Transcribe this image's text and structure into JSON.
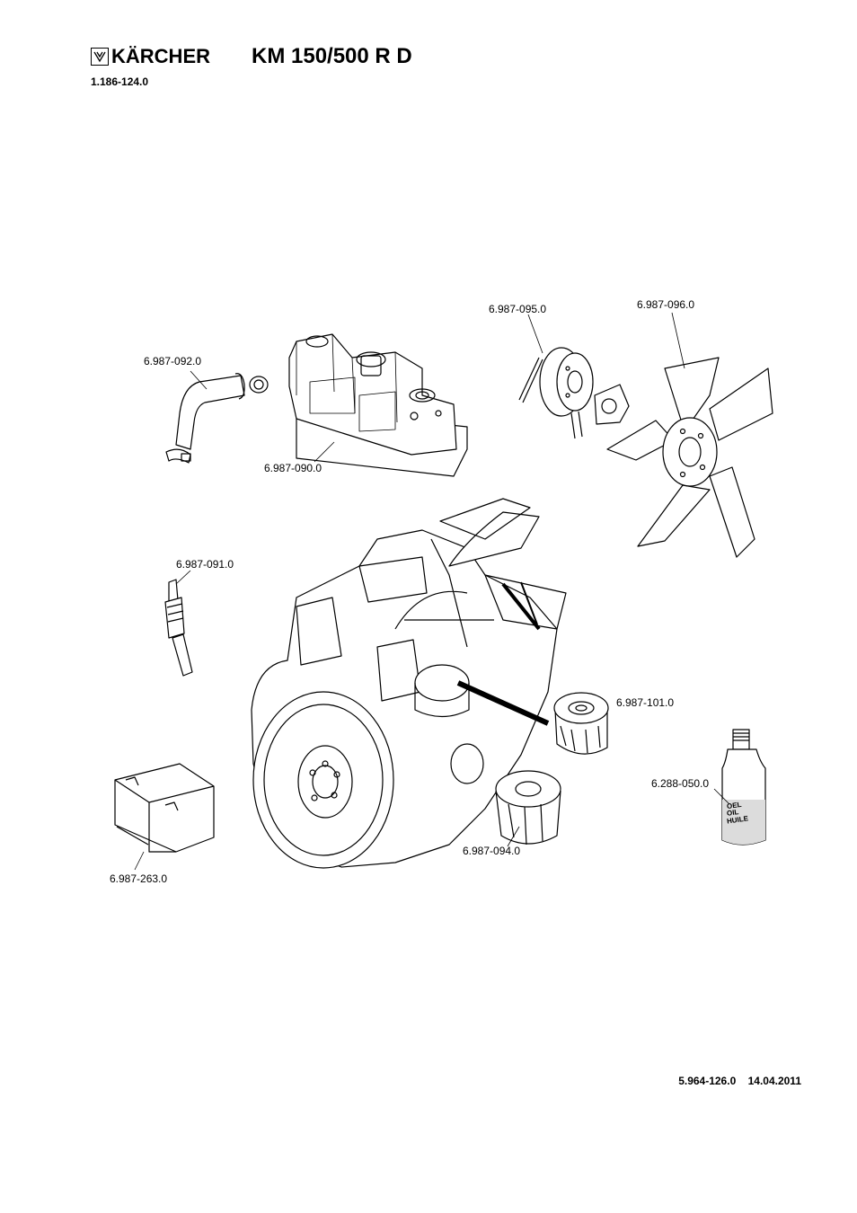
{
  "header": {
    "brand": "KÄRCHER",
    "model": "KM 150/500 R D",
    "doc_number": "1.186-124.0"
  },
  "parts": {
    "p092": "6.987-092.0",
    "p090": "6.987-090.0",
    "p095": "6.987-095.0",
    "p096": "6.987-096.0",
    "p091": "6.987-091.0",
    "p101": "6.987-101.0",
    "p050": "6.288-050.0",
    "p094": "6.987-094.0",
    "p263": "6.987-263.0"
  },
  "oil_bottle": {
    "line1": "OEL",
    "line2": "OIL",
    "line3": "HUILE"
  },
  "footer": {
    "code": "5.964-126.0",
    "date": "14.04.2011"
  }
}
